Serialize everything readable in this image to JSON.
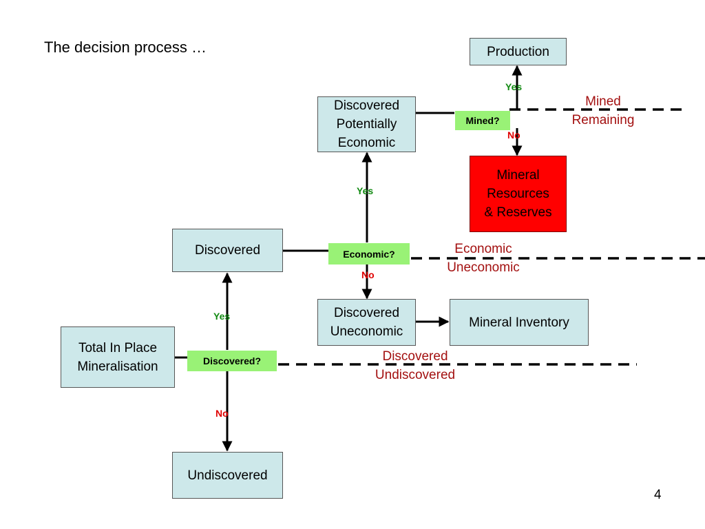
{
  "slide": {
    "title": "The decision process …",
    "page_number": "4"
  },
  "boxes": {
    "production": "Production",
    "discovered_potentially_economic": "Discovered\nPotentially\nEconomic",
    "mineral_resources_reserves": "Mineral\nResources\n& Reserves",
    "discovered": "Discovered",
    "discovered_uneconomic": "Discovered\nUneconomic",
    "mineral_inventory": "Mineral Inventory",
    "total_in_place": "Total In Place\nMineralisation",
    "undiscovered": "Undiscovered"
  },
  "decisions": {
    "mined": "Mined?",
    "economic": "Economic?",
    "discovered": "Discovered?"
  },
  "branch_labels": {
    "yes": "Yes",
    "no": "No"
  },
  "divider_labels": {
    "mined_top": "Mined",
    "mined_bottom": "Remaining",
    "economic_top": "Economic",
    "economic_bottom": "Uneconomic",
    "discovered_top": "Discovered",
    "discovered_bottom": "Undiscovered"
  },
  "colors": {
    "box_fill": "#cde8ea",
    "decision_fill": "#99f276",
    "highlight_fill": "#ff0000",
    "yes_text": "#128a12",
    "no_text": "#e00000",
    "divider_text": "#a31010"
  }
}
